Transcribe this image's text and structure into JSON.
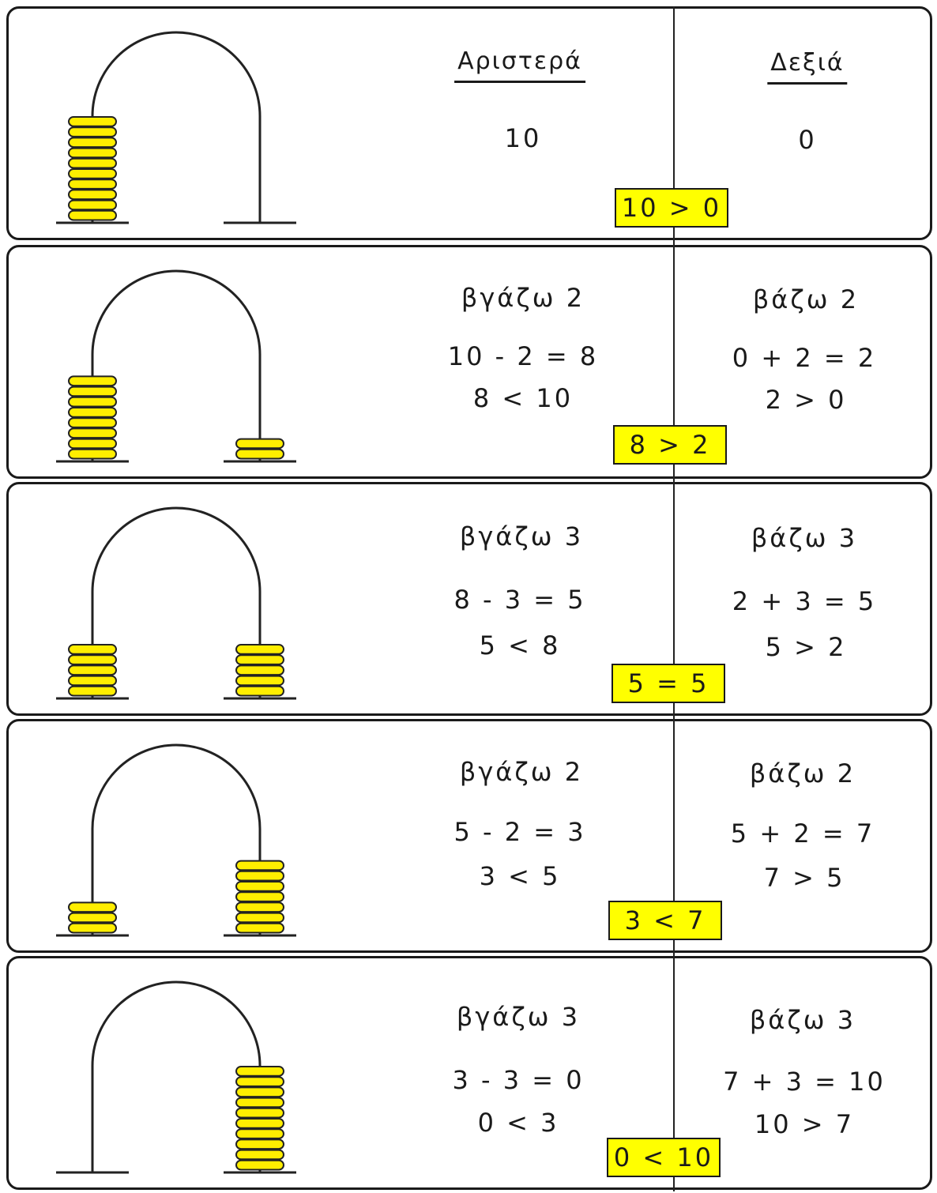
{
  "header": {
    "left": "Αριστερά",
    "right": "Δεξιά"
  },
  "colors": {
    "bead": "#ffee00",
    "bead_stroke": "#222222",
    "comparison_bg": "#ffff00"
  },
  "rows": [
    {
      "left_count": 10,
      "right_count": 0,
      "left_action": "",
      "right_action": "",
      "left_value": "10",
      "right_value": "0",
      "left_eq": "",
      "left_ineq": "",
      "right_eq": "",
      "right_ineq": "",
      "comparison": "10 > 0"
    },
    {
      "left_count": 8,
      "right_count": 2,
      "left_action": "βγάζω 2",
      "right_action": "βάζω 2",
      "left_value": "",
      "right_value": "",
      "left_eq": "10 - 2 = 8",
      "left_ineq": "8 < 10",
      "right_eq": "0 + 2 = 2",
      "right_ineq": "2 > 0",
      "comparison": "8 > 2"
    },
    {
      "left_count": 5,
      "right_count": 5,
      "left_action": "βγάζω 3",
      "right_action": "βάζω 3",
      "left_value": "",
      "right_value": "",
      "left_eq": "8 - 3 = 5",
      "left_ineq": "5 < 8",
      "right_eq": "2 + 3 = 5",
      "right_ineq": "5 > 2",
      "comparison": "5 = 5"
    },
    {
      "left_count": 3,
      "right_count": 7,
      "left_action": "βγάζω 2",
      "right_action": "βάζω 2",
      "left_value": "",
      "right_value": "",
      "left_eq": "5 - 2 = 3",
      "left_ineq": "3 < 5",
      "right_eq": "5 + 2 = 7",
      "right_ineq": "7 > 5",
      "comparison": "3 < 7"
    },
    {
      "left_count": 0,
      "right_count": 10,
      "left_action": "βγάζω 3",
      "right_action": "βάζω 3",
      "left_value": "",
      "right_value": "",
      "left_eq": "3 - 3 = 0",
      "left_ineq": "0 < 3",
      "right_eq": "7 + 3 = 10",
      "right_ineq": "10 > 7",
      "comparison": "0 < 10"
    }
  ]
}
